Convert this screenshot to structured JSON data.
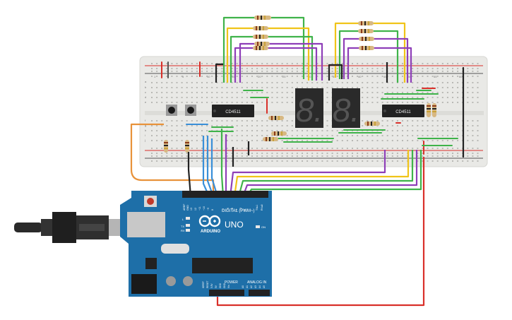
{
  "breadboard": {
    "row_letters_top": [
      "a",
      "b",
      "c",
      "d",
      "e"
    ],
    "row_letters_bottom": [
      "f",
      "g",
      "h",
      "i",
      "j"
    ],
    "column_numbers": [
      "1",
      "5",
      "10",
      "15",
      "20",
      "25",
      "30",
      "35",
      "40",
      "45",
      "50",
      "55",
      "60"
    ]
  },
  "chips": [
    {
      "label": "CD4511"
    },
    {
      "label": "CD4511"
    }
  ],
  "seven_segment_displays": [
    {
      "digit": "8."
    },
    {
      "digit": "8."
    }
  ],
  "arduino": {
    "brand": "ARDUINO",
    "model": "UNO",
    "digital_header_label": "DIGITAL (PWM~)",
    "power_label": "POWER",
    "analog_label": "ANALOG IN",
    "led_labels": [
      "L",
      "TX",
      "RX"
    ],
    "on_label": "ON",
    "aref_label": "AREF",
    "gnd_label": "GND",
    "digital_pins": [
      "13",
      "12",
      "~11",
      "~10",
      "~9",
      "8",
      "7",
      "~6",
      "~5",
      "4",
      "~3",
      "2",
      "TX▸1",
      "RX◂0"
    ],
    "power_pins": [
      "IOREF",
      "RESET",
      "3.3V",
      "5V",
      "GND",
      "GND",
      "Vin"
    ],
    "analog_pins": [
      "A0",
      "A1",
      "A2",
      "A3",
      "A4",
      "A5"
    ]
  },
  "colors": {
    "board_blue": "#1e6fa8",
    "wire_red": "#d9302a",
    "wire_orange": "#e8923a",
    "wire_green": "#3fb34a",
    "wire_yellow": "#f0c419",
    "wire_purple": "#8e3fb8",
    "wire_blue": "#3a8fd8",
    "wire_black": "#222222"
  }
}
